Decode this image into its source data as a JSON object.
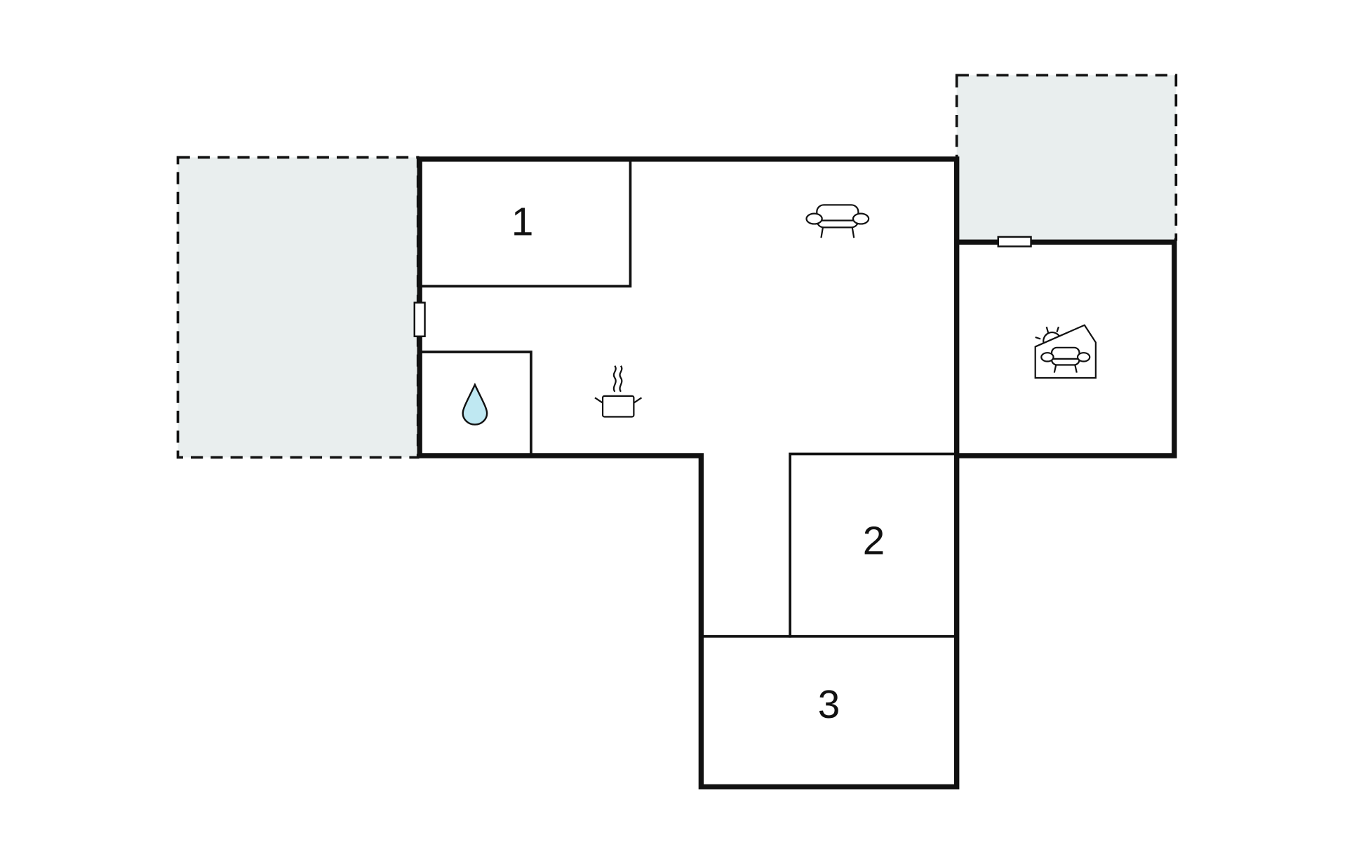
{
  "floorplan": {
    "rooms": [
      {
        "label": "1",
        "type": "bedroom"
      },
      {
        "label": "2",
        "type": "bedroom"
      },
      {
        "label": "3",
        "type": "bedroom"
      }
    ],
    "icons": [
      "living-room-sofa-icon",
      "kitchen-pot-icon",
      "bathroom-water-drop-icon",
      "sunroom-icon"
    ],
    "colors": {
      "wall": "#111111",
      "terrace": "#e9eeee",
      "water": "#bfe8f2"
    }
  }
}
